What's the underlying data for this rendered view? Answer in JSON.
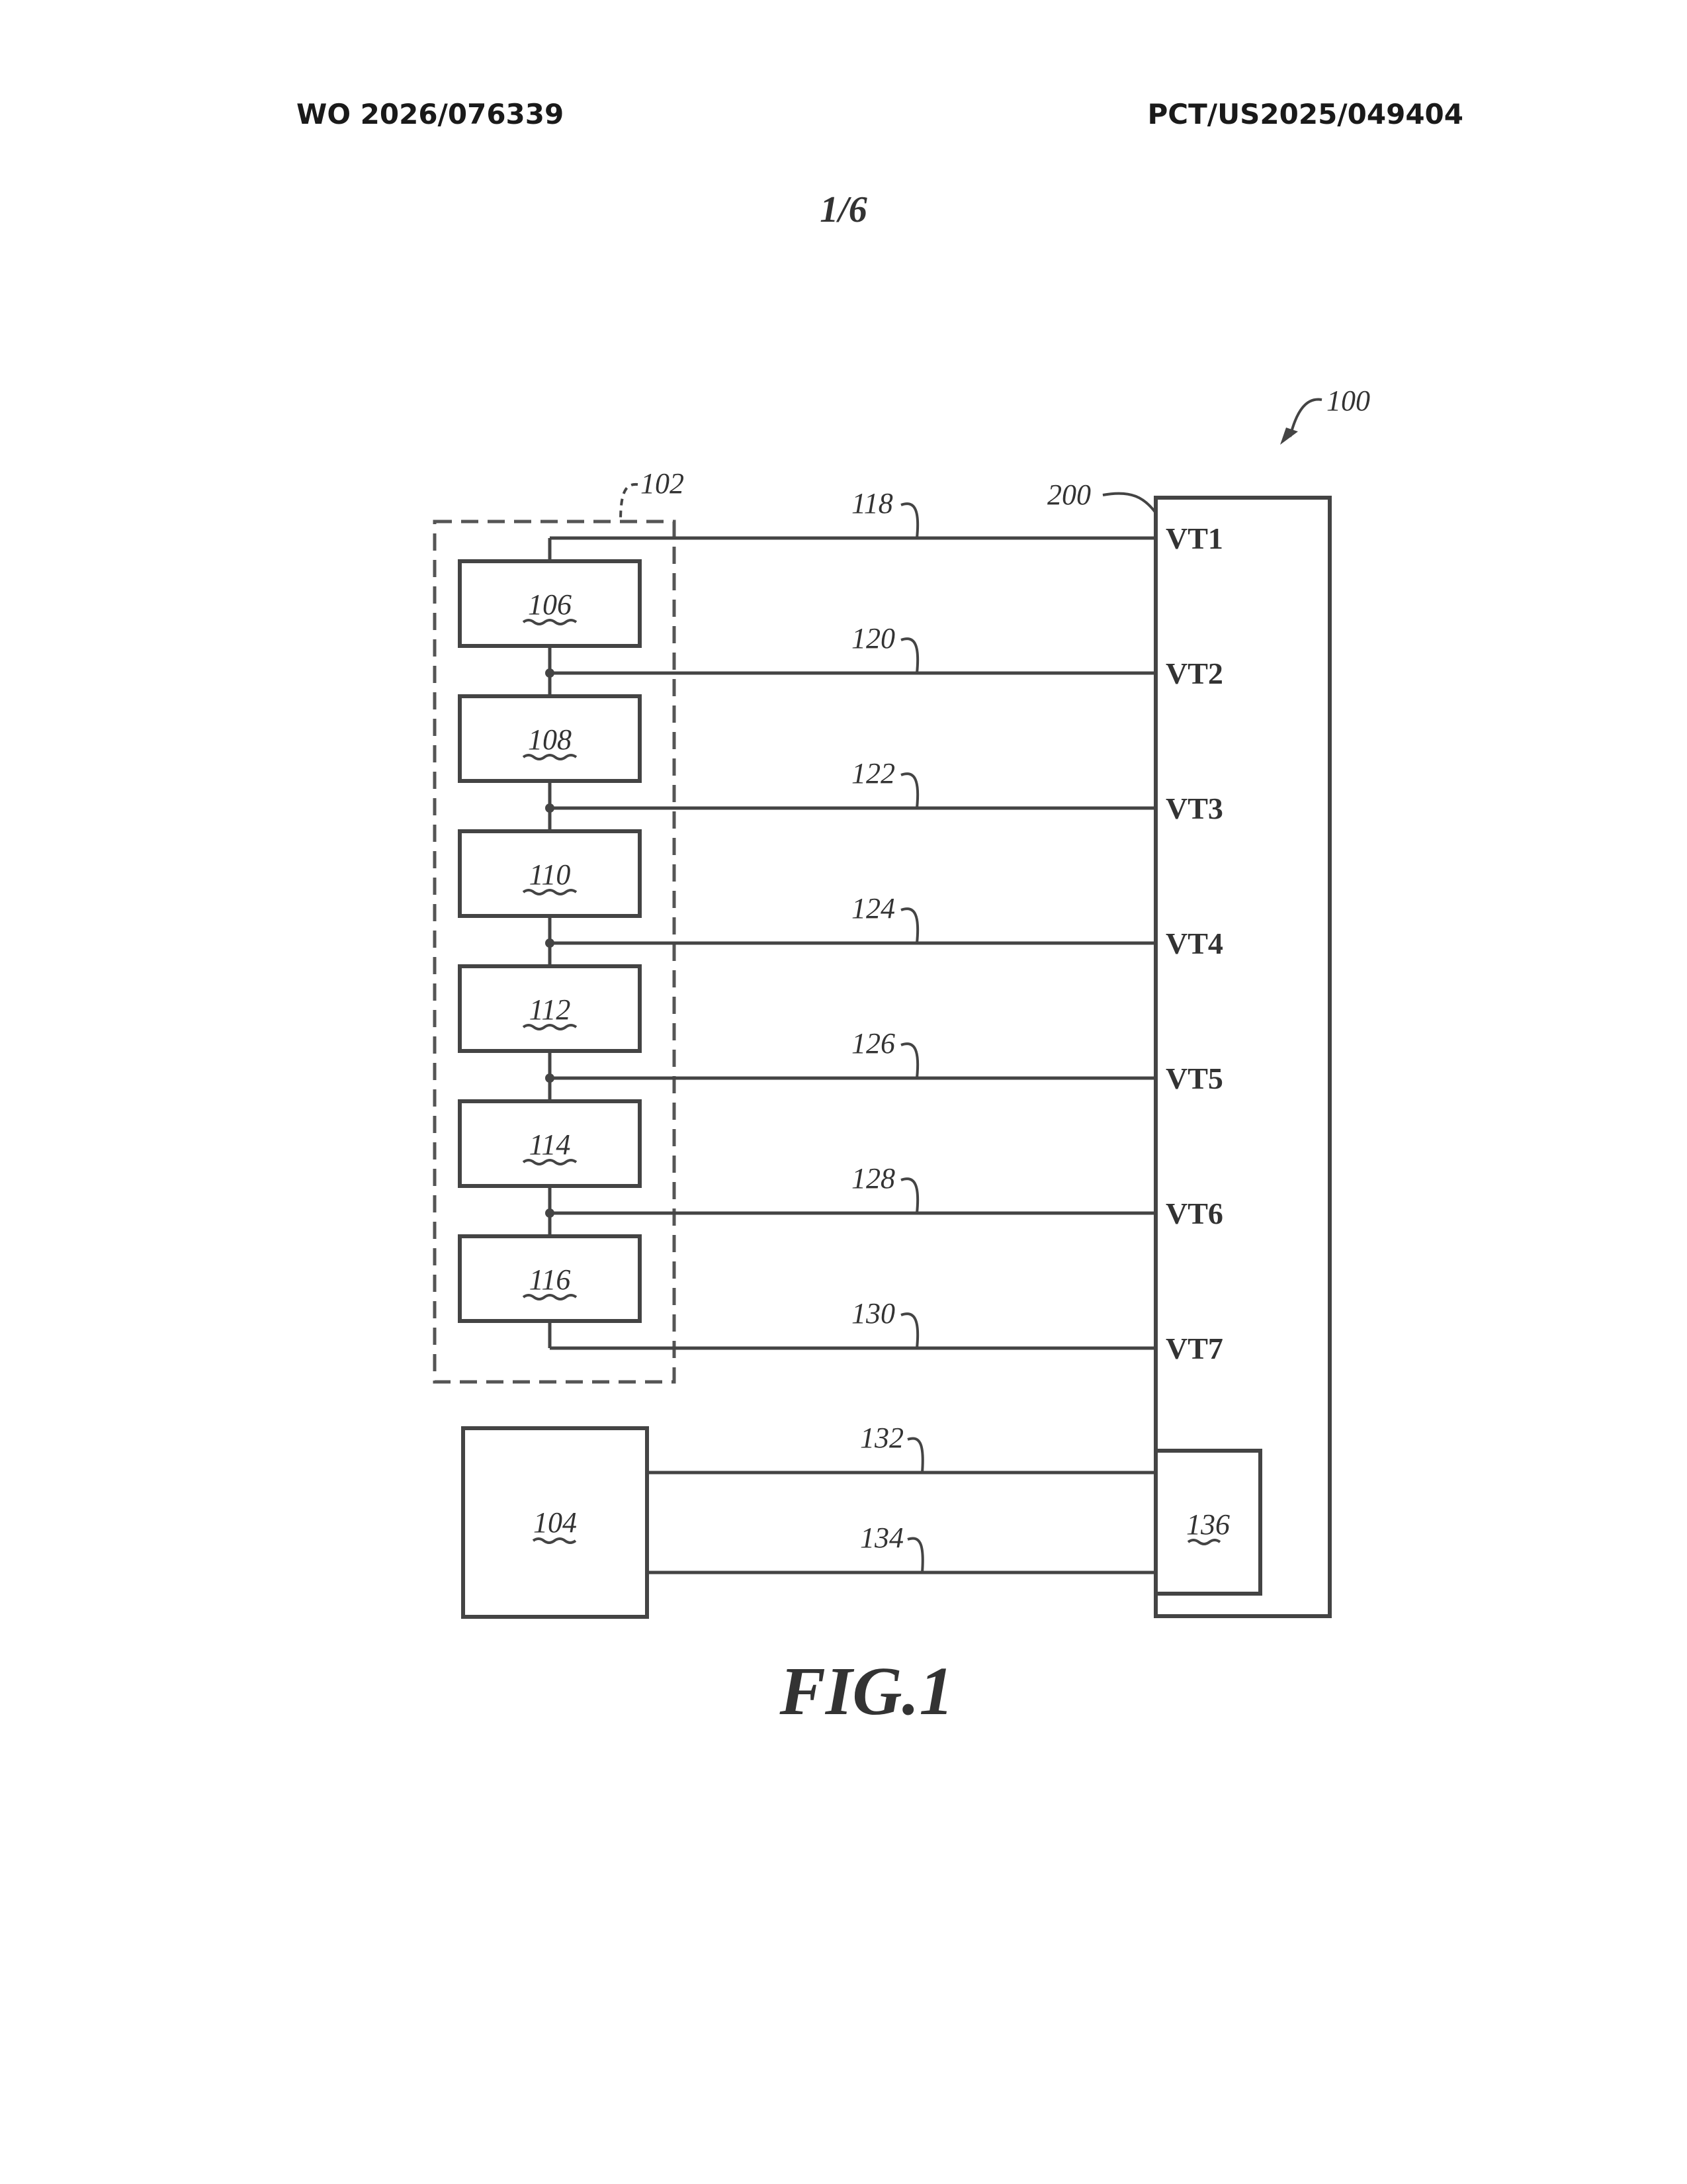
{
  "header": {
    "publication_number": "WO 2026/076339",
    "application_number": "PCT/US2025/049404"
  },
  "page_number": "1/6",
  "figure": {
    "title": "FIG.1",
    "system_ref": "100",
    "pack_ref": "102",
    "controller_ref": "200",
    "external_ref": "104",
    "sub_block_ref": "136",
    "cells": [
      "106",
      "108",
      "110",
      "112",
      "114",
      "116"
    ],
    "sense_lines": [
      {
        "ref": "118",
        "terminal": "VT1"
      },
      {
        "ref": "120",
        "terminal": "VT2"
      },
      {
        "ref": "122",
        "terminal": "VT3"
      },
      {
        "ref": "124",
        "terminal": "VT4"
      },
      {
        "ref": "126",
        "terminal": "VT5"
      },
      {
        "ref": "128",
        "terminal": "VT6"
      },
      {
        "ref": "130",
        "terminal": "VT7"
      }
    ],
    "comm_lines": [
      "132",
      "134"
    ]
  }
}
